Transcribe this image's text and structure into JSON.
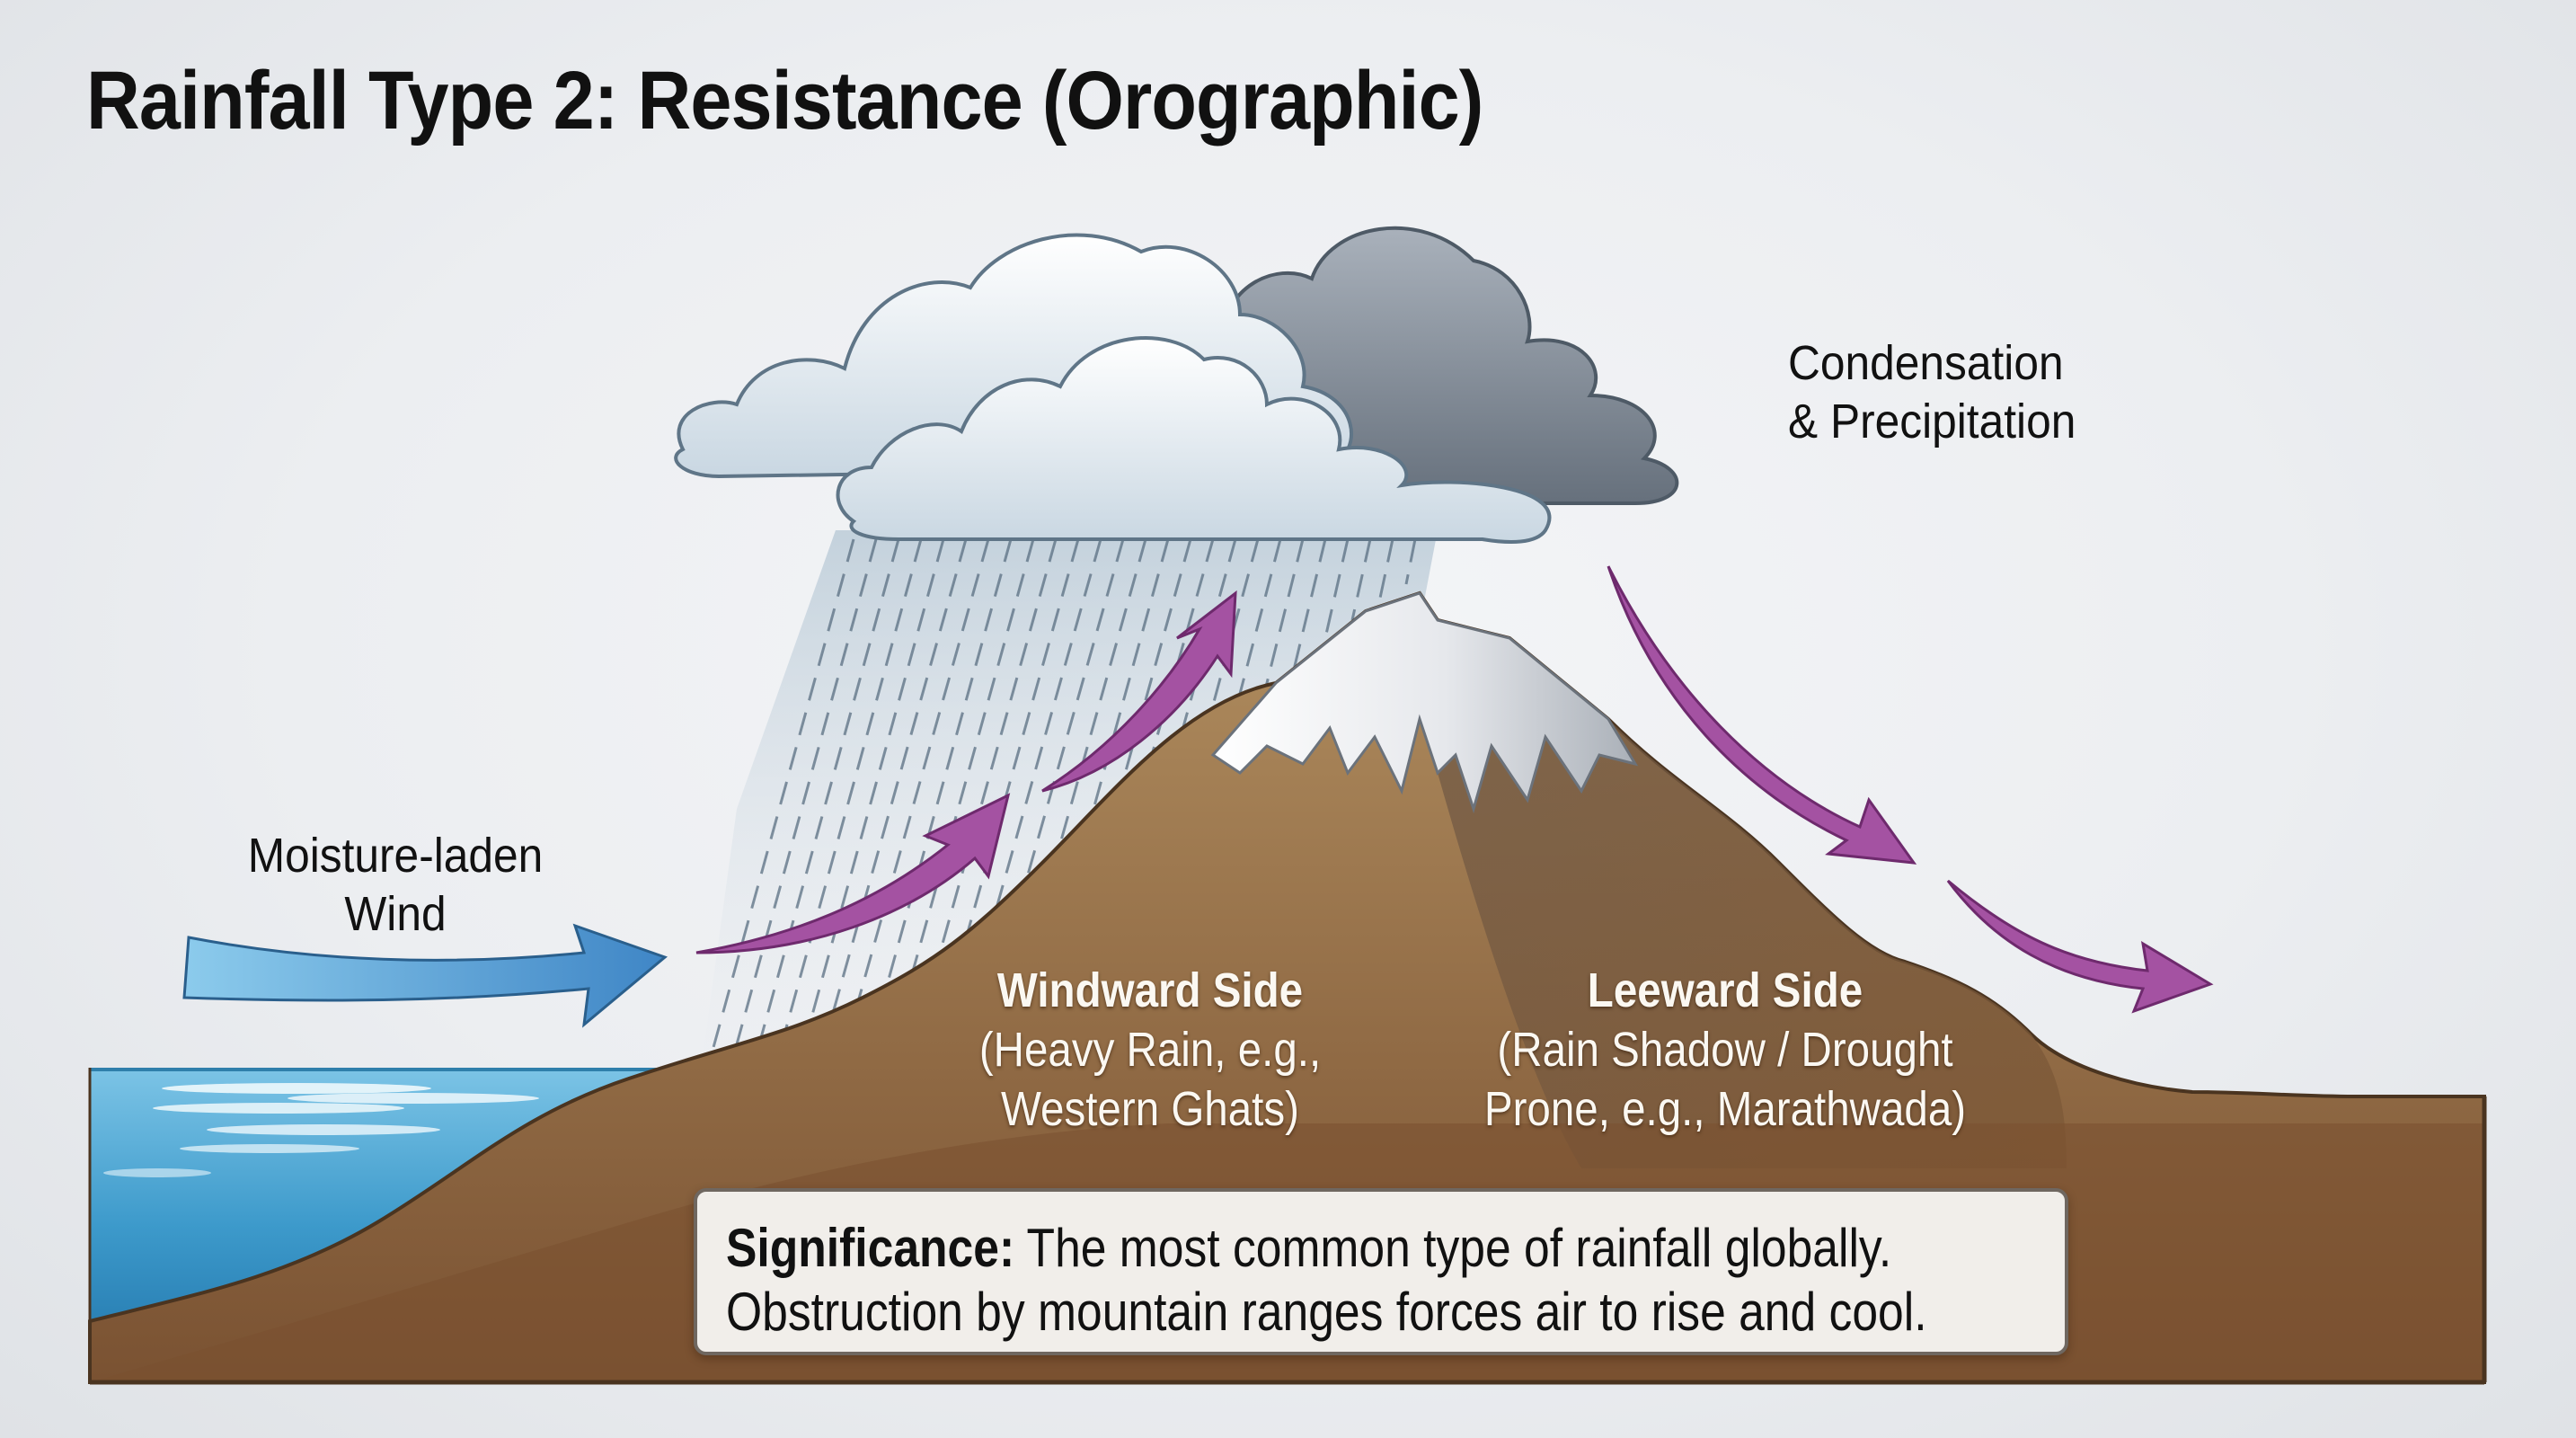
{
  "title": "Rainfall Type 2: Resistance (Orographic)",
  "labels": {
    "condensation": [
      "Condensation",
      "& Precipitation"
    ],
    "wind": [
      "Moisture-laden",
      "Wind"
    ]
  },
  "windward": {
    "heading": "Windward Side",
    "line1": "(Heavy Rain, e.g.,",
    "line2": "Western Ghats)"
  },
  "leeward": {
    "heading": "Leeward Side",
    "line1": "(Rain Shadow / Drought",
    "line2": "Prone, e.g., Marathwada)"
  },
  "significance": {
    "label": "Significance:",
    "line1": " The most common type of rainfall globally.",
    "line2": "Obstruction by mountain ranges forces air to rise and cool."
  },
  "colors": {
    "sea": "#3d9acb",
    "land_light": "#a9865a",
    "land_dark": "#7d5533",
    "snow": "#f2f3f5",
    "cloud_light": "#eaf1f6",
    "cloud_dark": "#7d8895",
    "wind_arrow": "#4a8fc9",
    "air_arrow": "#a452a2"
  }
}
